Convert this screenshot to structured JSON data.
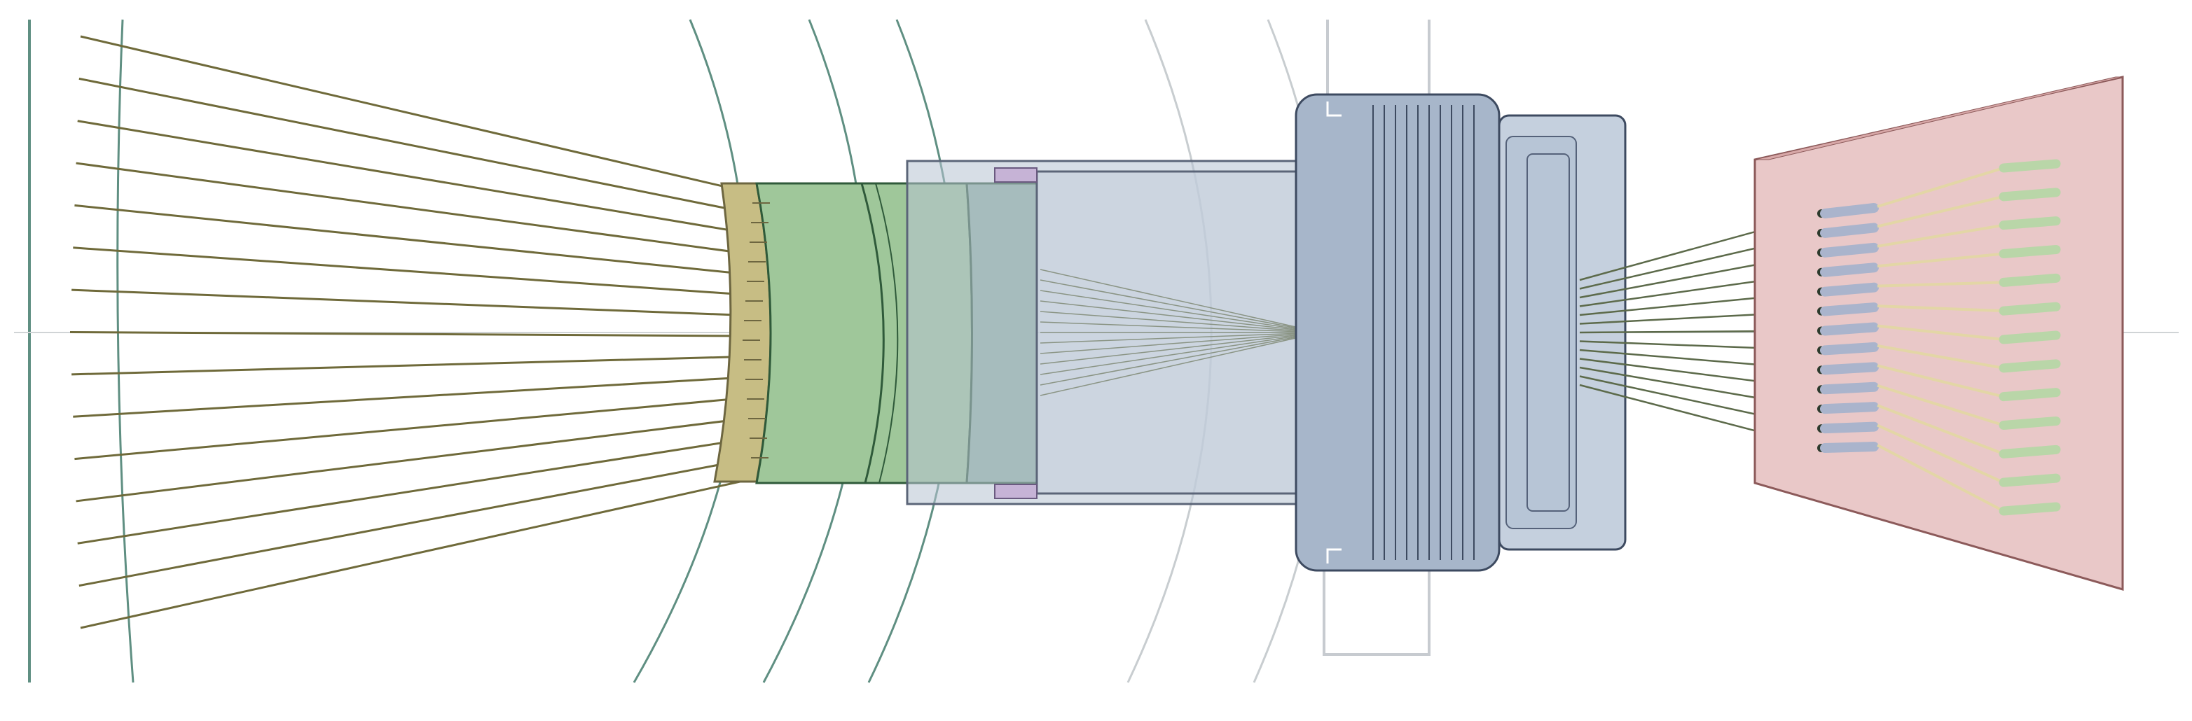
{
  "scene": {
    "kind": "optical-fiber-coupling-assembly",
    "incoming_ray_count": 15,
    "fiber_count": 13,
    "housing_rib_count": 10
  },
  "colors": {
    "background": "#ffffff",
    "incoming_rays": "#6f6a3a",
    "guide_curves": "#5f8f82",
    "guide_curves_light": "#c8cdd0",
    "lens_front": "#c7bd84",
    "lens_green": "#9fc79a",
    "lens_green_dark": "#2f5a3a",
    "barrel": "#b6c2d1",
    "barrel_stroke": "#5b6578",
    "housing": "#a7b6ca",
    "housing_stroke": "#3d4a60",
    "output_rays": "#5c6a4a",
    "board": "#e9c8c8",
    "board_stroke": "#8c5a5a",
    "ferrule": "#aab4cc",
    "fiber": "#e3d6a6",
    "fiber_tip": "#b9d6a8"
  }
}
